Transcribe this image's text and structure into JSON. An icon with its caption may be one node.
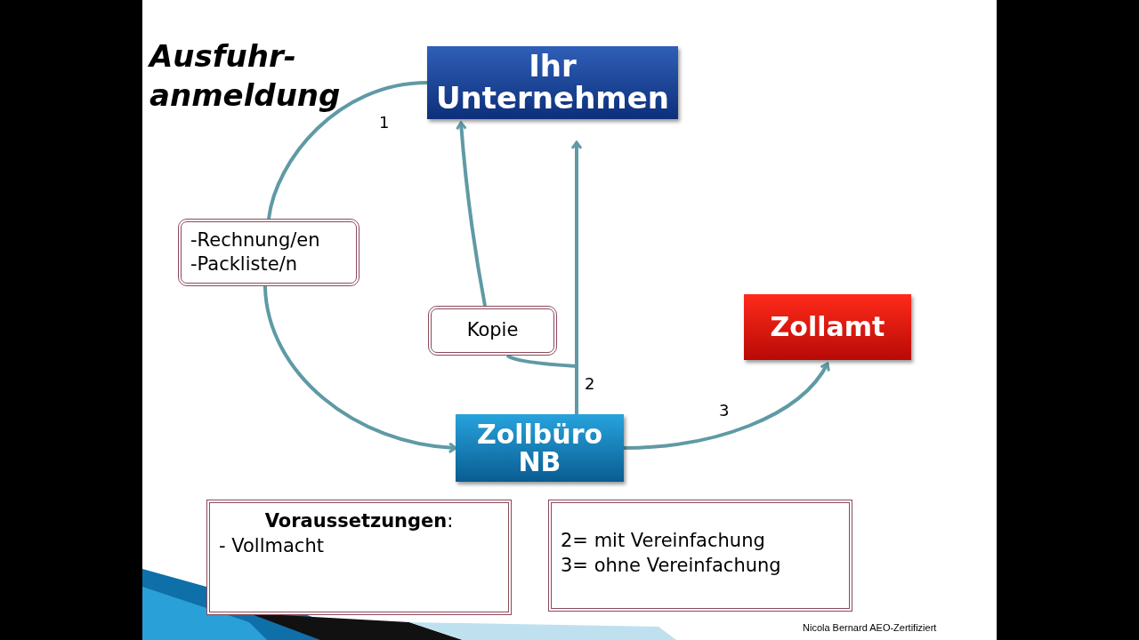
{
  "diagram": {
    "title": "Ausfuhr- anmeldung",
    "nodes": [
      {
        "text": [
          "Ihr Unternehmen"
        ]
      },
      {
        "text": [
          "-Rechnung/en",
          "-Packliste/n"
        ]
      },
      {
        "text": [
          "Kopie"
        ]
      },
      {
        "text": [
          "Zollamt"
        ]
      },
      {
        "text": [
          "Zollbüro NB"
        ]
      },
      {
        "text": [
          "**Voraussetzungen**:",
          "- Vollmacht"
        ]
      },
      {
        "text": [
          "2= mit Vereinfachung",
          "3= ohne Vereinfachung"
        ]
      }
    ],
    "edges": [
      {
        "from": 0,
        "to": 1,
        "arrow": "none",
        "label": "1"
      },
      {
        "from": 1,
        "to": 4,
        "arrow": "to"
      },
      {
        "from": 4,
        "to": 0,
        "arrow": "to",
        "label": "2"
      },
      {
        "from": 4,
        "to": 2,
        "arrow": "none"
      },
      {
        "from": 2,
        "to": 0,
        "arrow": "to"
      },
      {
        "from": 4,
        "to": 3,
        "arrow": "to",
        "label": "3"
      }
    ],
    "labels": [
      "Nicola Bernard AEO-Zertifiziert"
    ]
  }
}
